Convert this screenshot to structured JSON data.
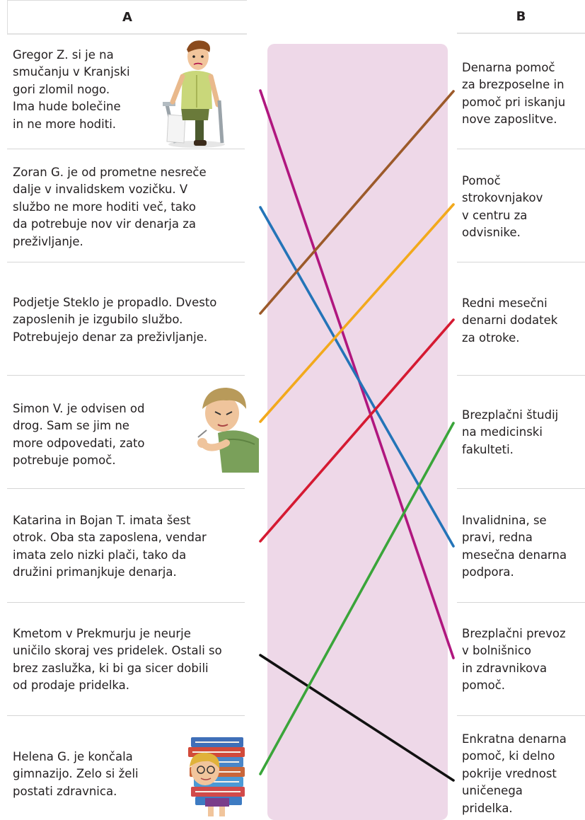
{
  "headers": {
    "a": "A",
    "b": "B"
  },
  "column_a": [
    "Gregor Z. si je na\nsmučanju v Kranjski\ngori zlomil nogo.\nIma hude bolečine\nin ne more hoditi.",
    "Zoran G. je od prometne nesreče\ndalje v invalidskem vozičku. V\nslužbo ne more hoditi več, tako\nda potrebuje nov vir denarja za\npreživljanje.",
    "Podjetje Steklo je propadlo. Dvesto\nzaposlenih je izgubilo službo.\nPotrebujejo denar za preživljanje.",
    "Simon V. je odvisen od\ndrog. Sam se jim ne\nmore odpovedati, zato\npotrebuje pomoč.",
    "Katarina in Bojan T. imata šest\notrok. Oba sta zaposlena, vendar\nimata zelo nizki plači, tako da\ndružini primanjkuje denarja.",
    "Kmetom v Prekmurju je neurje\nuničilo skoraj ves pridelek. Ostali so\nbrez zaslužka, ki bi ga sicer dobili\nod prodaje pridelka.",
    "Helena G. je končala\ngimnazijo. Zelo si želi\npostati zdravnica."
  ],
  "column_b": [
    "Denarna pomoč\nza brezposelne in\npomoč pri iskanju\nnove zaposlitve.",
    "Pomoč\nstrokovnjakov\nv centru za\nodvisnike.",
    "Redni mesečni\ndenarni dodatek\nza otroke.",
    "Brezplačni študij\nna medicinski\nfakulteti.",
    "Invalidnina, se\npravi, redna\nmesečna denarna\npodpora.",
    "Brezplačni prevoz\nv bolnišnico\nin zdravnikova\npomoč.",
    "Enkratna denarna\npomoč, ki delno\npokrije vrednost\nuničenega\npridelka."
  ],
  "matches": [
    {
      "from": 1,
      "to": 6,
      "color": "#b0177f"
    },
    {
      "from": 2,
      "to": 5,
      "color": "#2474b8"
    },
    {
      "from": 3,
      "to": 1,
      "color": "#9c5a2a"
    },
    {
      "from": 4,
      "to": 2,
      "color": "#f2a91c"
    },
    {
      "from": 5,
      "to": 3,
      "color": "#d51a32"
    },
    {
      "from": 6,
      "to": 7,
      "color": "#111111"
    },
    {
      "from": 7,
      "to": 4,
      "color": "#3aa53a"
    }
  ],
  "illustrations": [
    "boy-on-crutches",
    "boy-taking-drugs",
    "girl-carrying-books"
  ]
}
